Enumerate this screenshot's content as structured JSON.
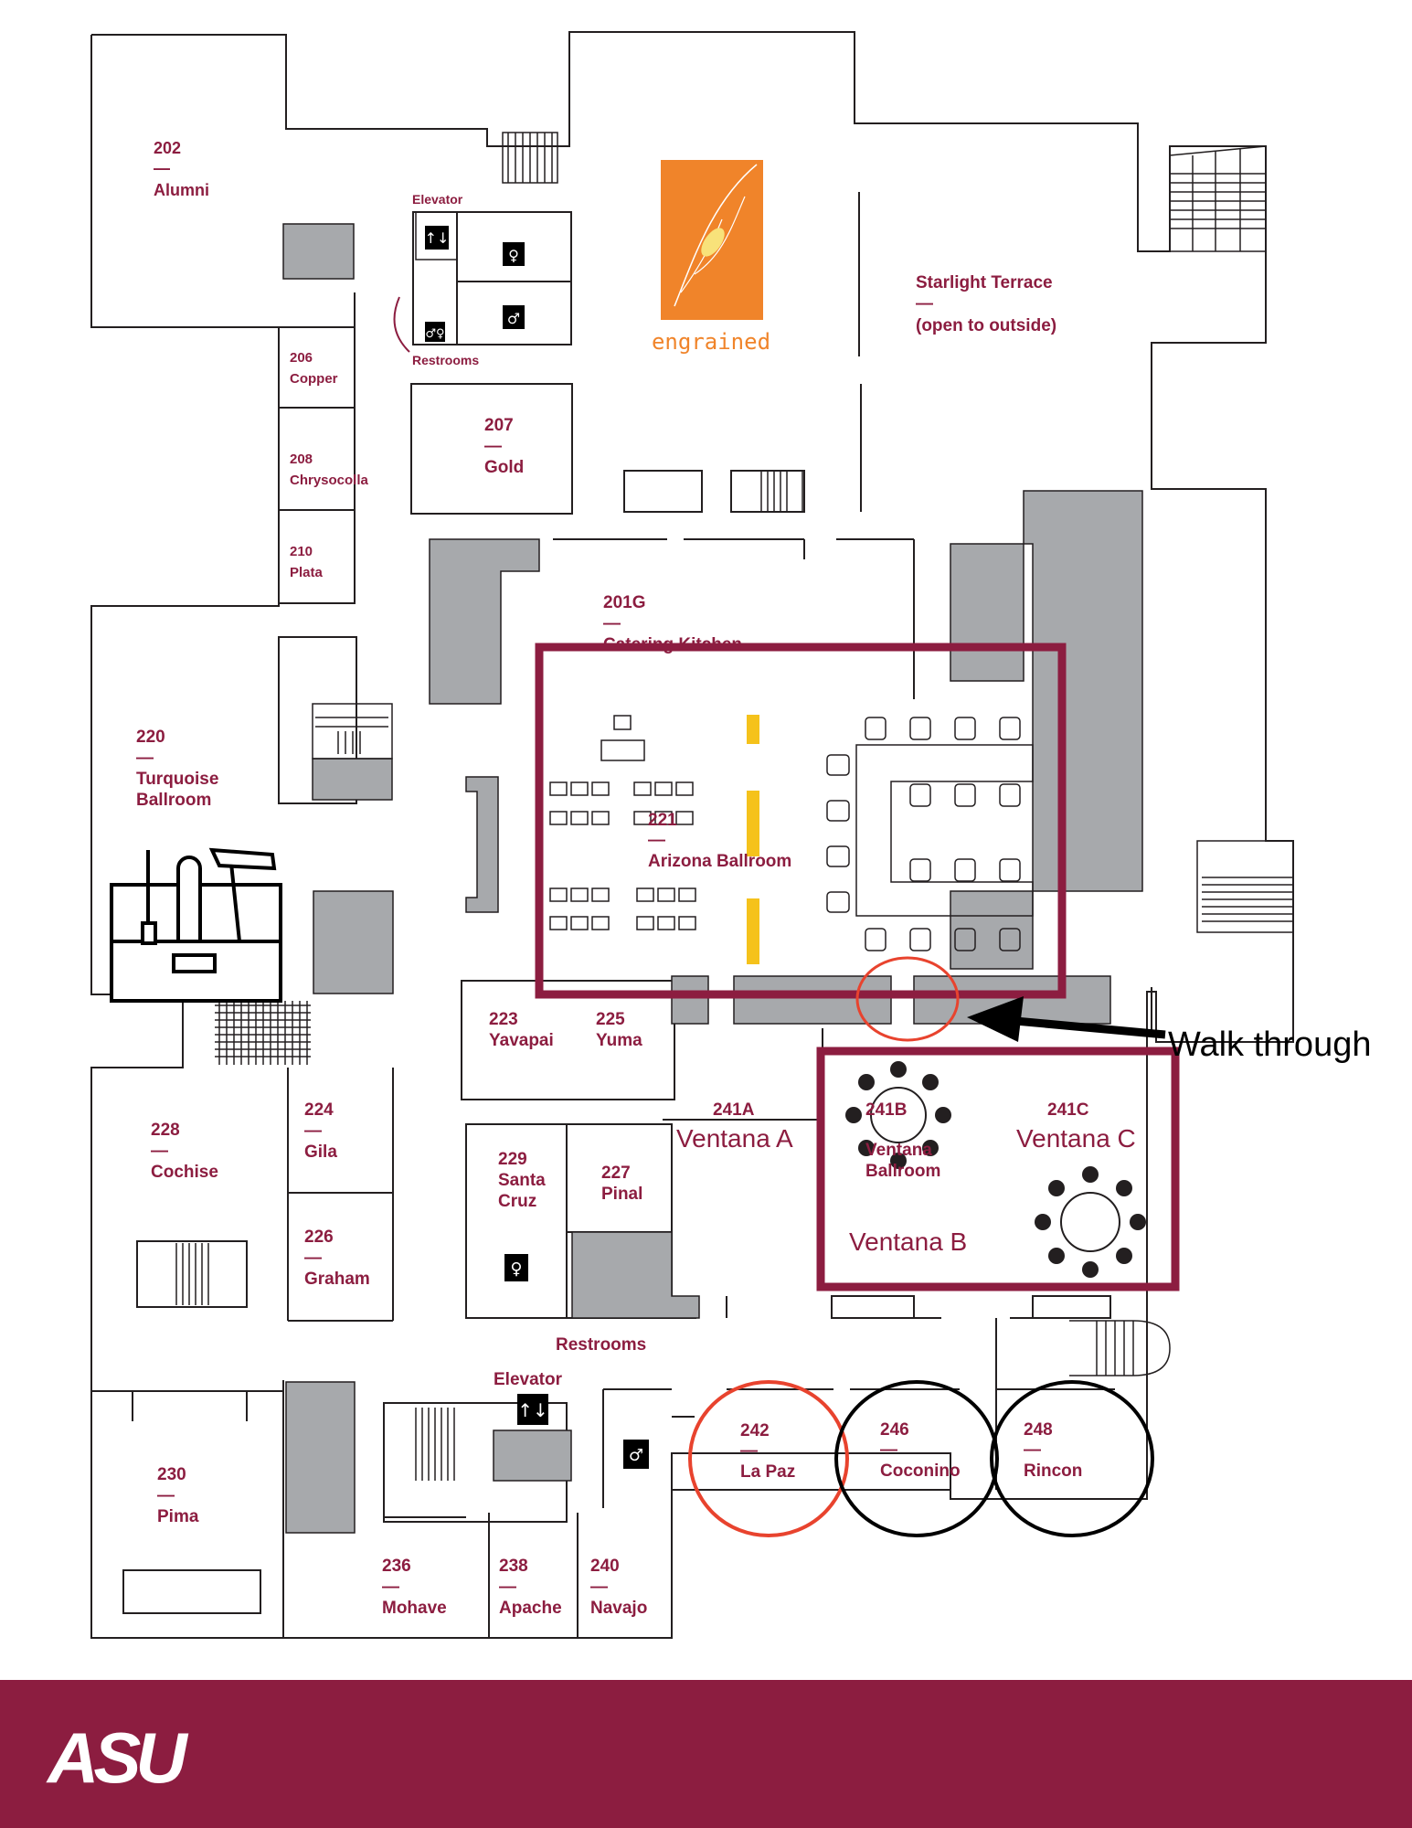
{
  "rooms": {
    "r202": {
      "num": "202",
      "name": "Alumni"
    },
    "r206": {
      "num": "206",
      "name": "Copper"
    },
    "r207": {
      "num": "207",
      "name": "Gold"
    },
    "r208": {
      "num": "208",
      "name": "Chrysocolla"
    },
    "r210": {
      "num": "210",
      "name": "Plata"
    },
    "r201g": {
      "num": "201G",
      "name": "Catering Kitchen"
    },
    "r220": {
      "num": "220",
      "name_line1": "Turquoise",
      "name_line2": "Ballroom"
    },
    "r221": {
      "num": "221",
      "name": "Arizona Ballroom"
    },
    "r223": {
      "num": "223",
      "name": "Yavapai"
    },
    "r225": {
      "num": "225",
      "name": "Yuma"
    },
    "r224": {
      "num": "224",
      "name": "Gila"
    },
    "r226": {
      "num": "226",
      "name": "Graham"
    },
    "r228": {
      "num": "228",
      "name": "Cochise"
    },
    "r229": {
      "num": "229",
      "name_line1": "Santa",
      "name_line2": "Cruz"
    },
    "r227": {
      "num": "227",
      "name": "Pinal"
    },
    "r241a": {
      "num": "241A"
    },
    "r241b": {
      "num": "241B",
      "name_line1": "Ventana",
      "name_line2": "Ballroom"
    },
    "r241c": {
      "num": "241C"
    },
    "r230": {
      "num": "230",
      "name": "Pima"
    },
    "r236": {
      "num": "236",
      "name": "Mohave"
    },
    "r238": {
      "num": "238",
      "name": "Apache"
    },
    "r240": {
      "num": "240",
      "name": "Navajo"
    },
    "r242": {
      "num": "242",
      "name": "La Paz"
    },
    "r246": {
      "num": "246",
      "name": "Coconino"
    },
    "r248": {
      "num": "248",
      "name": "Rincon"
    },
    "starlight": {
      "line1": "Starlight Terrace",
      "line2": "(open to outside)"
    }
  },
  "labels": {
    "elevator_top": "Elevator",
    "restrooms_top": "Restrooms",
    "elevator_bottom": "Elevator",
    "restrooms_bottom": "Restrooms",
    "dash": "—"
  },
  "annotations": {
    "ventana_a": "Ventana A",
    "ventana_b": "Ventana B",
    "ventana_c": "Ventana C",
    "walk_through": "Walk through"
  },
  "branding": {
    "engrained": "engrained",
    "asu": "ASU"
  },
  "colors": {
    "maroon": "#8c1d40",
    "gray_fill": "#a7a9ac",
    "highlight_red": "#e8432e",
    "engrained_orange": "#f0842a",
    "divider_yellow": "#f5c21b"
  }
}
